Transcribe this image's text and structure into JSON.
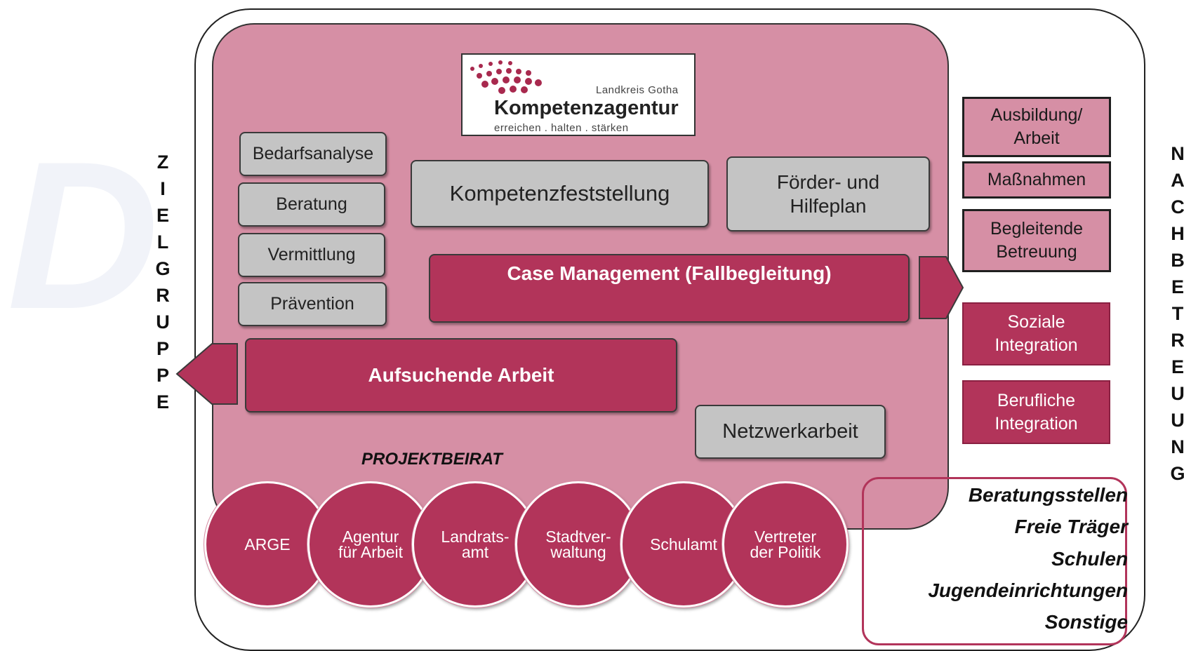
{
  "logo": {
    "district": "Landkreis Gotha",
    "title": "Kompetenzagentur",
    "tagline": "erreichen . halten . stärken"
  },
  "side_labels": {
    "left": [
      "Z",
      "I",
      "E",
      "L",
      "G",
      "R",
      "U",
      "P",
      "P",
      "E"
    ],
    "right": [
      "N",
      "A",
      "C",
      "H",
      "B",
      "E",
      "T",
      "R",
      "E",
      "U",
      "U",
      "N",
      "G"
    ]
  },
  "services": {
    "bedarfsanalyse": "Bedarfsanalyse",
    "beratung": "Beratung",
    "vermittlung": "Vermittlung",
    "praevention": "Prävention",
    "kompetenzfeststellung": "Kompetenzfeststellung",
    "foerderplan_line1": "Förder- und",
    "foerderplan_line2": "Hilfeplan",
    "case_management": "Case Management (Fallbegleitung)",
    "aufsuchende_arbeit": "Aufsuchende Arbeit",
    "netzwerkarbeit": "Netzwerkarbeit",
    "projektbeirat": "PROJEKTBEIRAT"
  },
  "outcomes": {
    "ausbildung_line1": "Ausbildung/",
    "ausbildung_line2": "Arbeit",
    "massnahmen": "Maßnahmen",
    "begleitende_line1": "Begleitende",
    "begleitende_line2": "Betreuung",
    "soziale_line1": "Soziale",
    "soziale_line2": "Integration",
    "berufliche_line1": "Berufliche",
    "berufliche_line2": "Integration"
  },
  "board_members": [
    {
      "line1": "ARGE",
      "line2": ""
    },
    {
      "line1": "Agentur",
      "line2": "für Arbeit"
    },
    {
      "line1": "Landrats-",
      "line2": "amt"
    },
    {
      "line1": "Stadtver-",
      "line2": "waltung"
    },
    {
      "line1": "Schulamt",
      "line2": ""
    },
    {
      "line1": "Vertreter",
      "line2": "der Politik"
    }
  ],
  "partners": [
    "Beratungsstellen",
    "Freie Träger",
    "Schulen",
    "Jugendeinrichtungen",
    "Sonstige"
  ],
  "colors": {
    "panel_pink": "#d68fa5",
    "crimson": "#b2345a",
    "gray_box": "#c4c4c4",
    "logo_dot": "#a8294e"
  }
}
